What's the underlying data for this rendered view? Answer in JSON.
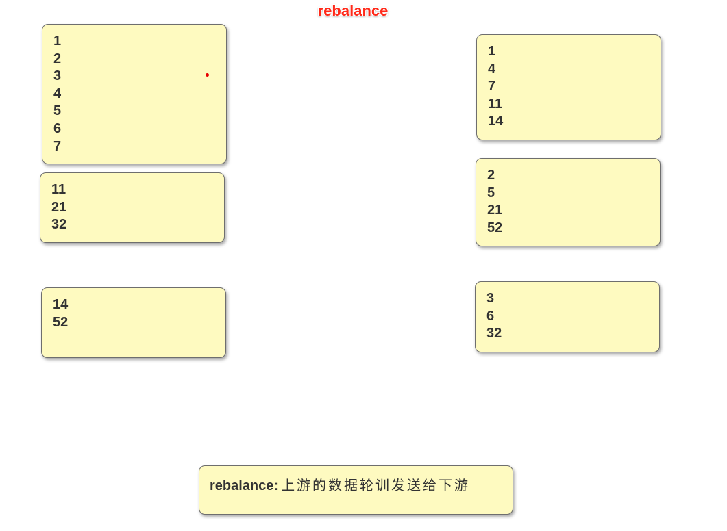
{
  "title": "rebalance",
  "upstream_partitions": [
    {
      "values": [
        "1",
        "2",
        "3",
        "4",
        "5",
        "6",
        "7"
      ]
    },
    {
      "values": [
        "11",
        "21",
        "32"
      ]
    },
    {
      "values": [
        "14",
        "52"
      ]
    }
  ],
  "downstream_partitions": [
    {
      "values": [
        "1",
        "4",
        "7",
        "11",
        "14"
      ]
    },
    {
      "values": [
        "2",
        "5",
        "21",
        "52"
      ]
    },
    {
      "values": [
        "3",
        "6",
        "32"
      ]
    }
  ],
  "note": {
    "label": "rebalance:",
    "text": "上游的数据轮训发送给下游"
  },
  "colors": {
    "title": "#ff2a1a",
    "box_fill": "#fefac0",
    "box_border": "#6e6e6e",
    "text": "#333333",
    "marker_dot": "#e60000"
  }
}
